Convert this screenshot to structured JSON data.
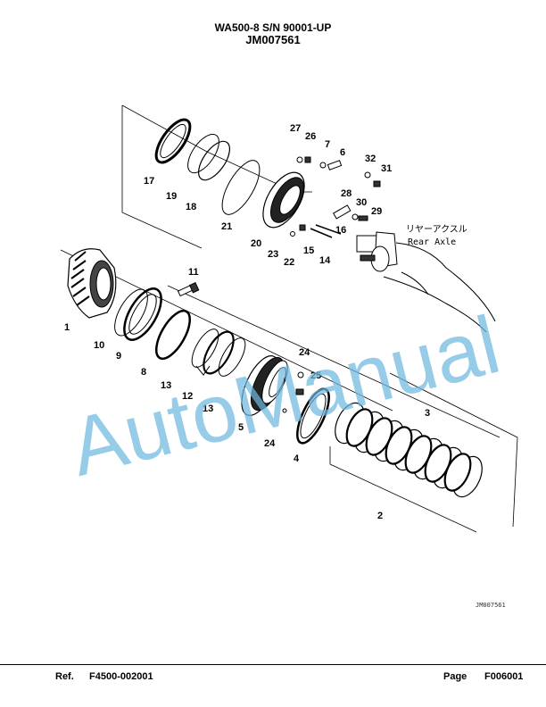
{
  "header": {
    "model": "WA500-8 S/N 90001-UP",
    "drawing_number": "JM007561"
  },
  "callouts": [
    "1",
    "2",
    "3",
    "4",
    "5",
    "6",
    "7",
    "8",
    "9",
    "10",
    "11",
    "12",
    "13",
    "13",
    "14",
    "15",
    "16",
    "17",
    "18",
    "19",
    "20",
    "21",
    "22",
    "23",
    "24",
    "24",
    "25",
    "26",
    "27",
    "28",
    "29",
    "30",
    "31",
    "32"
  ],
  "axle_label_japanese": "リヤーアクスル",
  "axle_label_english": "Rear Axle",
  "figure_code": "JM007561",
  "watermark": "AutoManual",
  "footer": {
    "ref_label": "Ref.",
    "ref_value": "F4500-002001",
    "page_label": "Page",
    "page_value": "F006001"
  },
  "colors": {
    "watermark": "#6fb8e0",
    "line": "#000000"
  }
}
